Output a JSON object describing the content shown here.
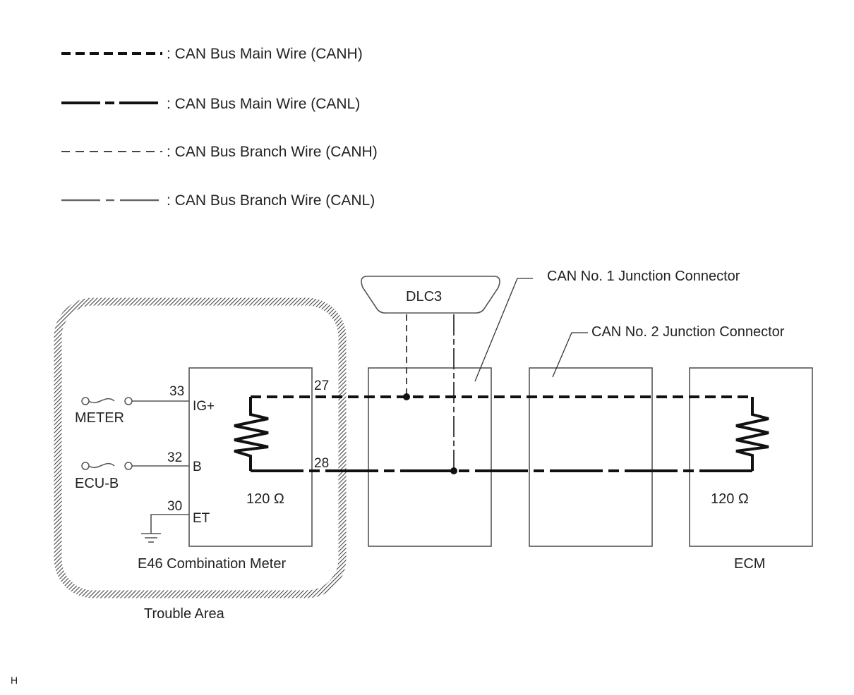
{
  "legend": [
    {
      "style": "main-canh",
      "label": ": CAN Bus Main Wire (CANH)"
    },
    {
      "style": "main-canl",
      "label": ": CAN Bus Main Wire (CANL)"
    },
    {
      "style": "branch-canh",
      "label": ": CAN Bus Branch Wire (CANH)"
    },
    {
      "style": "branch-canl",
      "label": ": CAN Bus Branch Wire (CANL)"
    }
  ],
  "trouble_area": {
    "label": "Trouble Area"
  },
  "combination_meter": {
    "label": "E46  Combination Meter",
    "resistor": "120 Ω",
    "pins": {
      "ig_num": "33",
      "ig_name": "IG+",
      "b_num": "32",
      "b_name": "B",
      "et_num": "30",
      "et_name": "ET",
      "canh_num": "27",
      "canl_num": "28"
    },
    "fuses": {
      "meter": "METER",
      "ecub": "ECU-B"
    }
  },
  "dlc3": {
    "label": "DLC3"
  },
  "junction1": {
    "label": "CAN No. 1 Junction Connector"
  },
  "junction2": {
    "label": "CAN No. 2 Junction Connector"
  },
  "ecm": {
    "label": "ECM",
    "resistor": "120 Ω"
  },
  "footer": {
    "mark": "H"
  },
  "colors": {
    "line": "#111111",
    "thin": "#555555",
    "hatch": "#444444"
  }
}
